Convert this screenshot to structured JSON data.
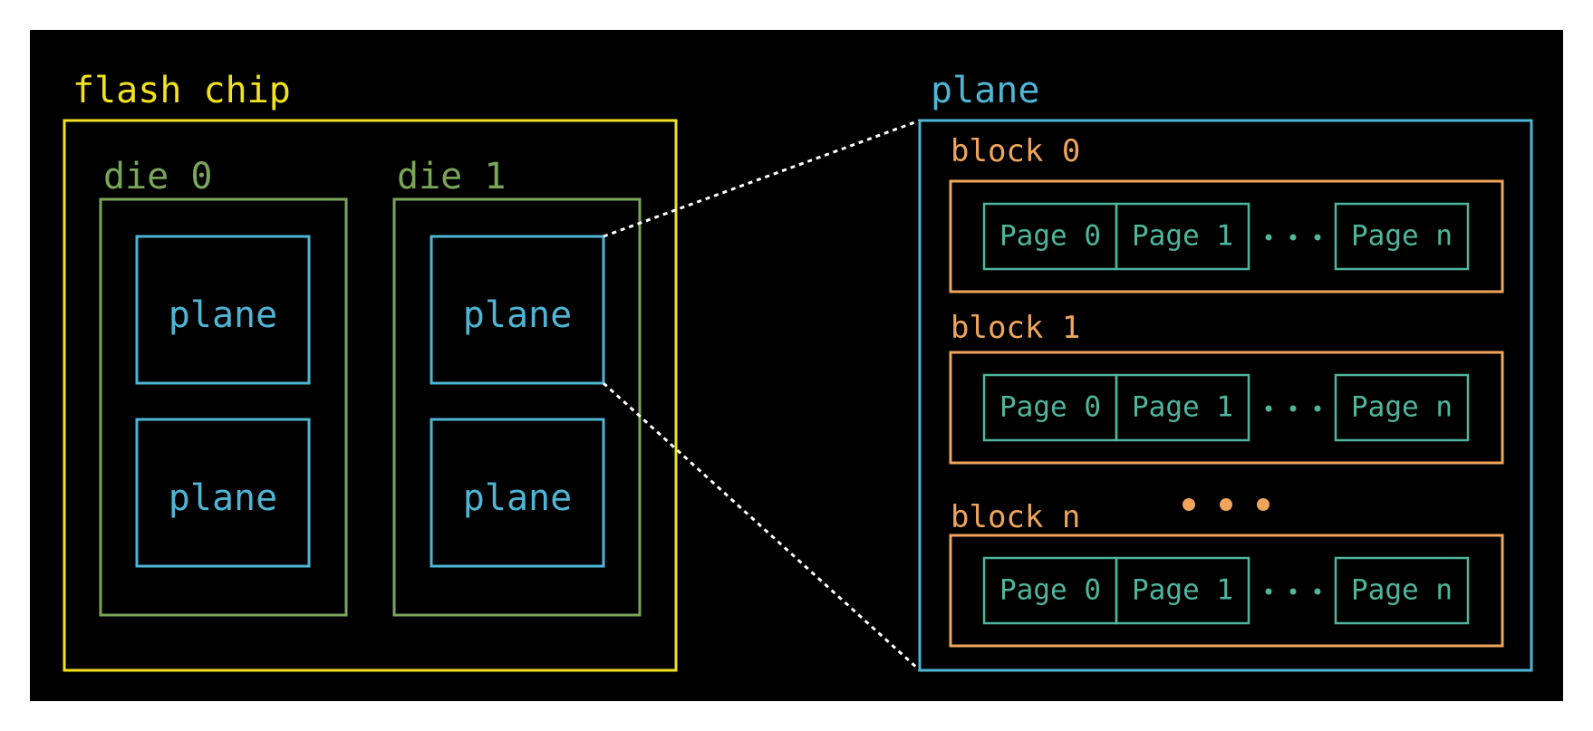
{
  "colors": {
    "background": "#000000",
    "frame": "#ffffff",
    "chip": "#f2e21d",
    "die": "#7aa65a",
    "plane": "#4eb5d4",
    "block": "#f0a55b",
    "page": "#4fb59c",
    "connector": "#ffffff"
  },
  "chip": {
    "label": "flash chip",
    "dies": [
      {
        "label": "die 0",
        "planes": [
          "plane",
          "plane"
        ]
      },
      {
        "label": "die 1",
        "planes": [
          "plane",
          "plane"
        ]
      }
    ]
  },
  "plane_detail": {
    "label": "plane",
    "blocks": [
      {
        "label": "block 0",
        "pages": [
          "Page 0",
          "Page 1",
          "Page n"
        ]
      },
      {
        "label": "block 1",
        "pages": [
          "Page 0",
          "Page 1",
          "Page n"
        ]
      },
      {
        "label": "block n",
        "pages": [
          "Page 0",
          "Page 1",
          "Page n"
        ]
      }
    ]
  }
}
